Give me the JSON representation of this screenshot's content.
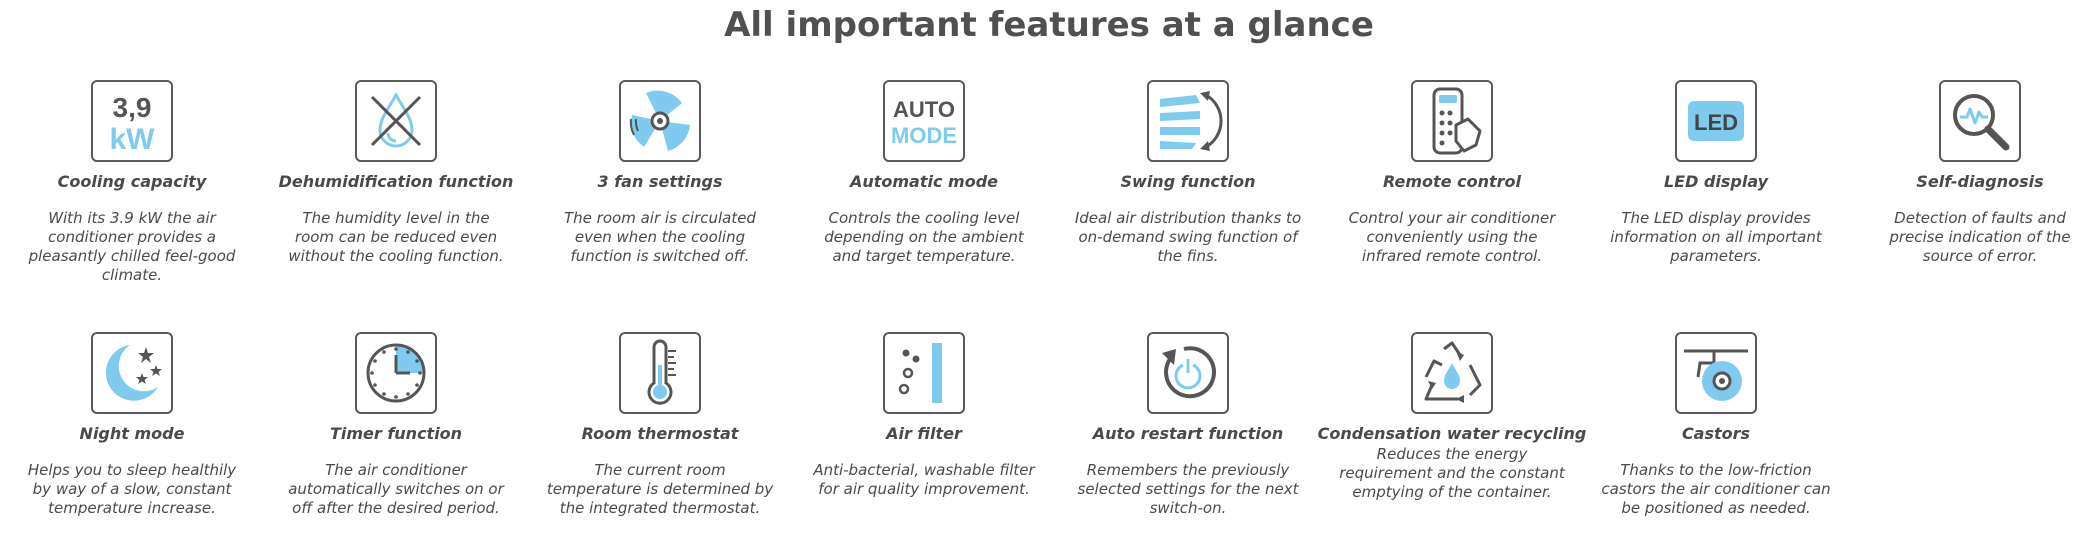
{
  "heading": "All important features at a glance",
  "colors": {
    "accent": "#7ecbef",
    "stroke": "#555555",
    "text": "#4a4a4a"
  },
  "features": [
    {
      "icon": "cooling-capacity-icon",
      "icon_text_top": "3,9",
      "icon_text_bottom": "kW",
      "title": "Cooling capacity",
      "desc": "With its 3.9 kW the air conditioner provides a pleasantly chilled feel-good climate."
    },
    {
      "icon": "dehumidification-icon",
      "title": "Dehumidification function",
      "desc": "The humidity level in the room can be reduced even without the cooling function."
    },
    {
      "icon": "fan-icon",
      "title": "3 fan settings",
      "desc": "The room air is circulated even when the cooling function is switched off."
    },
    {
      "icon": "auto-mode-icon",
      "icon_text_top": "AUTO",
      "icon_text_bottom": "MODE",
      "title": "Automatic mode",
      "desc": "Controls the cooling level depending on the ambient and target temperature."
    },
    {
      "icon": "swing-icon",
      "title": "Swing function",
      "desc": "Ideal air distribution thanks to on-demand swing function of the fins."
    },
    {
      "icon": "remote-control-icon",
      "title": "Remote control",
      "desc": "Control your air conditioner conveniently using the infrared remote control."
    },
    {
      "icon": "led-display-icon",
      "icon_text": "LED",
      "title": "LED display",
      "desc": "The LED display provides information on all important parameters."
    },
    {
      "icon": "self-diagnosis-icon",
      "title": "Self-diagnosis",
      "desc": "Detection of faults and precise indication of the source of error."
    },
    {
      "icon": "night-mode-icon",
      "title": "Night mode",
      "desc": "Helps you to sleep healthily by way of a slow, constant temperature increase."
    },
    {
      "icon": "timer-icon",
      "title": "Timer function",
      "desc": "The air conditioner automatically switches on or off after the desired period."
    },
    {
      "icon": "thermostat-icon",
      "title": "Room thermostat",
      "desc": "The current room temperature is determined by the integrated thermostat."
    },
    {
      "icon": "air-filter-icon",
      "title": "Air filter",
      "desc": "Anti-bacterial, washable filter for air quality improvement."
    },
    {
      "icon": "auto-restart-icon",
      "title": "Auto restart function",
      "desc": "Remembers the previously selected settings for the next switch-on."
    },
    {
      "icon": "condensation-recycling-icon",
      "title": "Condensation water recycling",
      "desc": "Reduces the energy requirement and the constant emptying of the container."
    },
    {
      "icon": "castor-icon",
      "title": "Castors",
      "desc": "Thanks to the low-friction castors the air conditioner can be positioned as needed."
    }
  ]
}
